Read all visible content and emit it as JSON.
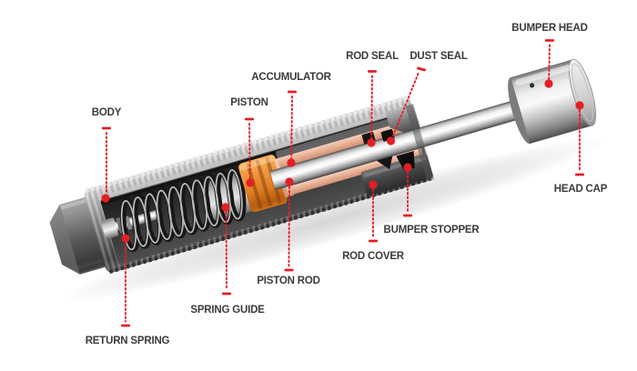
{
  "diagram": {
    "description": "Cutaway diagram of an industrial shock absorber with labeled components",
    "colors": {
      "background": "#ffffff",
      "accent_red": "#e41e26",
      "label_text": "#3b3b3b",
      "piston_orange": "#e8862d",
      "accumulator_copper": "#e7ae93",
      "steel_light": "#f2f2f2",
      "steel_dark": "#4c4c4c"
    },
    "labels": [
      {
        "id": "body",
        "text": "BODY"
      },
      {
        "id": "piston",
        "text": "PISTON"
      },
      {
        "id": "accumulator",
        "text": "ACCUMULATOR"
      },
      {
        "id": "rod-seal",
        "text": "ROD SEAL"
      },
      {
        "id": "dust-seal",
        "text": "DUST SEAL"
      },
      {
        "id": "bumper-head",
        "text": "BUMPER HEAD"
      },
      {
        "id": "head-cap",
        "text": "HEAD CAP"
      },
      {
        "id": "bumper-stopper",
        "text": "BUMPER STOPPER"
      },
      {
        "id": "rod-cover",
        "text": "ROD COVER"
      },
      {
        "id": "piston-rod",
        "text": "PISTON ROD"
      },
      {
        "id": "spring-guide",
        "text": "SPRING GUIDE"
      },
      {
        "id": "return-spring",
        "text": "RETURN SPRING"
      }
    ]
  }
}
